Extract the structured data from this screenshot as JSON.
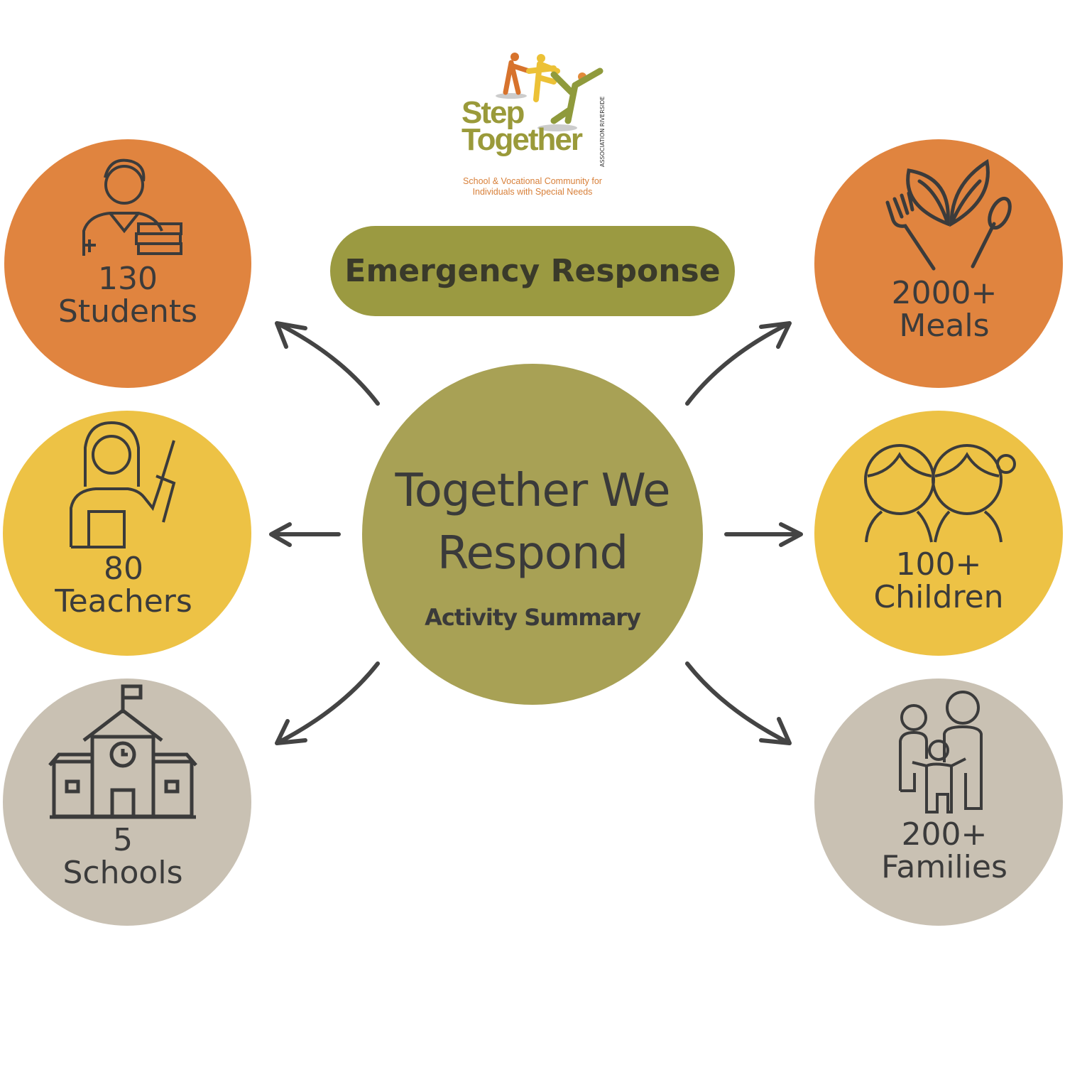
{
  "logo": {
    "name": "Step Together",
    "side_text": "ASSOCIATION RIVERSIDE",
    "tagline_line1": "School & Vocational Community for",
    "tagline_line2": "Individuals with Special Needs"
  },
  "header": {
    "title": "Emergency Response"
  },
  "center": {
    "title_line1": "Together We",
    "title_line2": "Respond",
    "subtitle": "Activity Summary"
  },
  "colors": {
    "orange": "#E0843F",
    "yellow": "#EDC245",
    "gray": "#C9C1B3",
    "olive": "#A8A155",
    "pill": "#9B9A41"
  },
  "stats": {
    "students": {
      "value": "130",
      "label": "Students",
      "icon": "student-icon"
    },
    "teachers": {
      "value": "80",
      "label": "Teachers",
      "icon": "teacher-icon"
    },
    "schools": {
      "value": "5",
      "label": "Schools",
      "icon": "school-icon"
    },
    "meals": {
      "value": "2000+",
      "label": "Meals",
      "icon": "meal-icon"
    },
    "children": {
      "value": "100+",
      "label": "Children",
      "icon": "children-icon"
    },
    "families": {
      "value": "200+",
      "label": "Families",
      "icon": "family-icon"
    }
  }
}
